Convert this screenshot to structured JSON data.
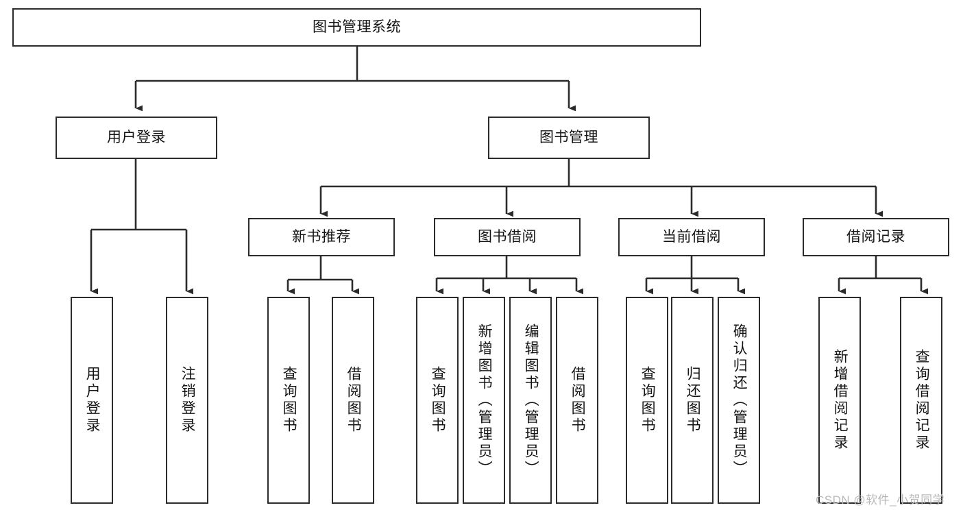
{
  "diagram": {
    "type": "tree-hierarchy",
    "title": "图书管理系统",
    "root": {
      "id": "root",
      "label": "图书管理系统",
      "orientation": "horizontal"
    },
    "level2": [
      {
        "id": "user-login",
        "label": "用户登录",
        "orientation": "horizontal"
      },
      {
        "id": "book-management",
        "label": "图书管理",
        "orientation": "horizontal"
      }
    ],
    "level3": [
      {
        "id": "new-book-recommend",
        "label": "新书推荐",
        "orientation": "horizontal",
        "parent": "book-management"
      },
      {
        "id": "book-borrow",
        "label": "图书借阅",
        "orientation": "horizontal",
        "parent": "book-management"
      },
      {
        "id": "current-borrow",
        "label": "当前借阅",
        "orientation": "horizontal",
        "parent": "book-management"
      },
      {
        "id": "borrow-record",
        "label": "借阅记录",
        "orientation": "horizontal",
        "parent": "book-management"
      }
    ],
    "leaves": [
      {
        "id": "leaf-user-login",
        "label": "用户登录",
        "orientation": "vertical",
        "parent": "user-login"
      },
      {
        "id": "leaf-user-logout",
        "label": "注销登录",
        "orientation": "vertical",
        "parent": "user-login"
      },
      {
        "id": "leaf-query-book-1",
        "label": "查询图书",
        "orientation": "vertical",
        "parent": "new-book-recommend"
      },
      {
        "id": "leaf-borrow-book-1",
        "label": "借阅图书",
        "orientation": "vertical",
        "parent": "new-book-recommend"
      },
      {
        "id": "leaf-query-book-2",
        "label": "查询图书",
        "orientation": "vertical",
        "parent": "book-borrow"
      },
      {
        "id": "leaf-add-book",
        "label": "新增图书（管理员）",
        "orientation": "vertical",
        "parent": "book-borrow"
      },
      {
        "id": "leaf-edit-book",
        "label": "编辑图书（管理员）",
        "orientation": "vertical",
        "parent": "book-borrow"
      },
      {
        "id": "leaf-borrow-book-2",
        "label": "借阅图书",
        "orientation": "vertical",
        "parent": "book-borrow"
      },
      {
        "id": "leaf-query-book-3",
        "label": "查询图书",
        "orientation": "vertical",
        "parent": "current-borrow"
      },
      {
        "id": "leaf-return-book",
        "label": "归还图书",
        "orientation": "vertical",
        "parent": "current-borrow"
      },
      {
        "id": "leaf-confirm-return",
        "label": "确认归还（管理员）",
        "orientation": "vertical",
        "parent": "current-borrow"
      },
      {
        "id": "leaf-add-record",
        "label": "新增借阅记录",
        "orientation": "vertical",
        "parent": "borrow-record"
      },
      {
        "id": "leaf-query-record",
        "label": "查询借阅记录",
        "orientation": "vertical",
        "parent": "borrow-record"
      }
    ]
  },
  "watermark": {
    "text": "CSDN @软件_小贺同学"
  },
  "colors": {
    "stroke": "#2b2b2b",
    "background": "#ffffff",
    "text": "#141414",
    "watermark": "#b9b9b9"
  }
}
